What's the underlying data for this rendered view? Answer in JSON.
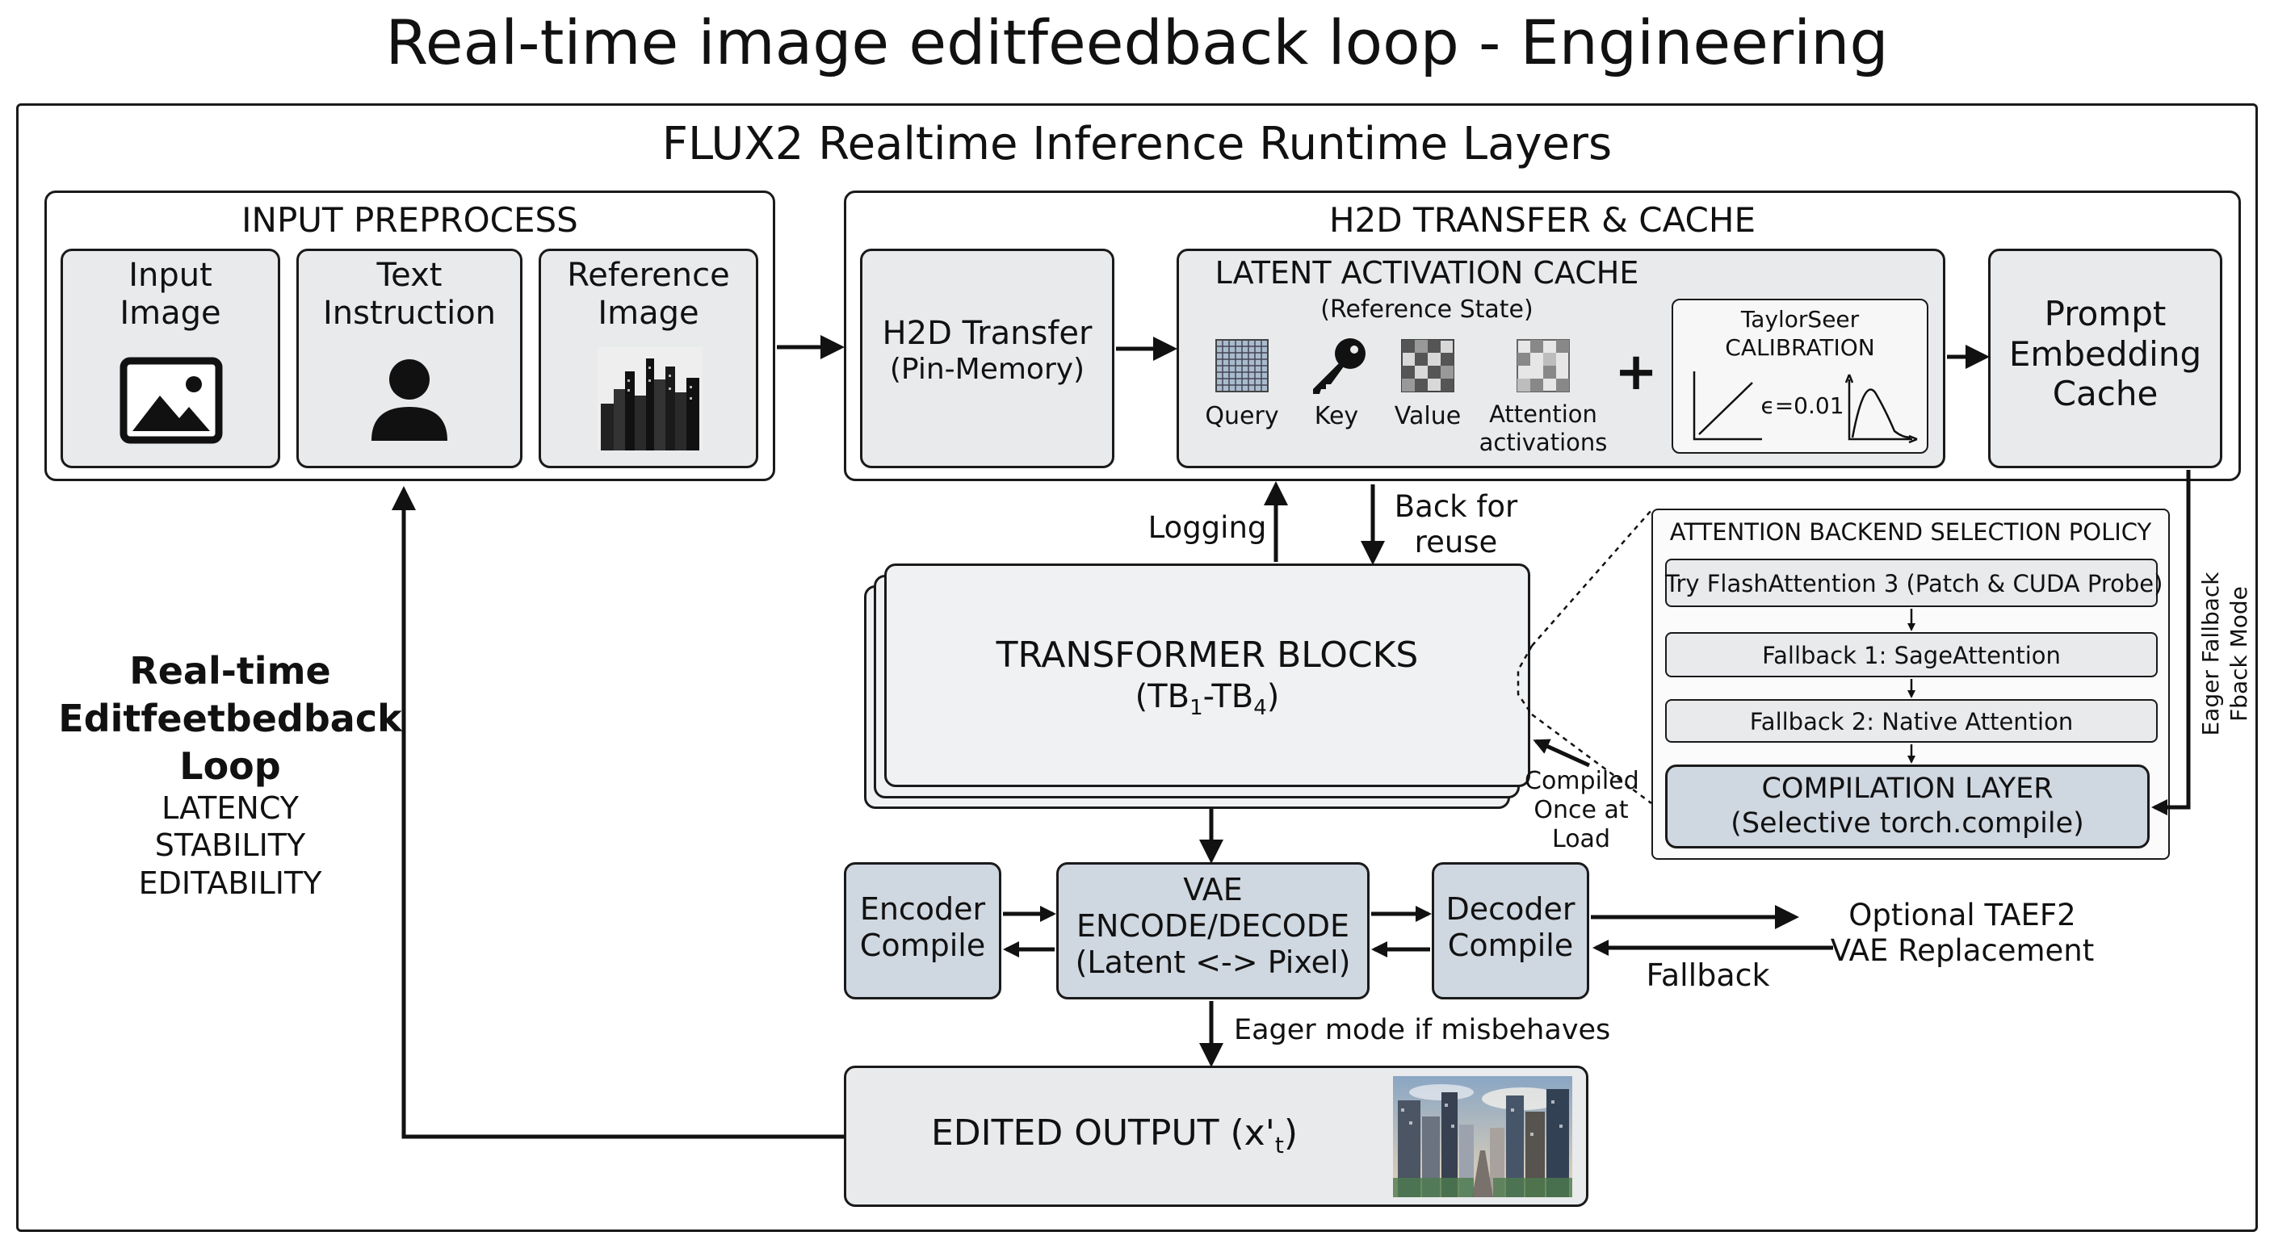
{
  "title": "Real-time image editfeedback loop - Engineering",
  "runtime_title": "FLUX2 Realtime Inference Runtime Layers",
  "input_preprocess": {
    "header": "INPUT PREPROCESS",
    "input_image": [
      "Input",
      "Image"
    ],
    "text_instruction": [
      "Text",
      "Instruction"
    ],
    "reference_image": [
      "Reference",
      "Image"
    ]
  },
  "h2d": {
    "header": "H2D TRANSFER & CACHE",
    "transfer": [
      "H2D Transfer",
      "(Pin-Memory)"
    ],
    "latent_cache_header": "LATENT ACTIVATION CACHE",
    "latent_cache_sub": "(Reference State)",
    "query": "Query",
    "key": "Key",
    "value": "Value",
    "attention": [
      "Attention",
      "activations"
    ],
    "plus": "+",
    "taylor": [
      "TaylorSeer",
      "CALIBRATION"
    ],
    "epsilon": "ϵ=0.01",
    "prompt_cache": [
      "Prompt",
      "Embedding",
      "Cache"
    ]
  },
  "labels": {
    "logging": "Logging",
    "back_for_reuse": [
      "Back for",
      "reuse"
    ],
    "compiled_once": [
      "Compiled",
      "Once at",
      "Load"
    ],
    "eager_fallback": [
      "Eager Fallback",
      "Fback Mode"
    ],
    "eager_mode": "Eager mode if misbehaves",
    "fallback": "Fallback",
    "optional_taef2": [
      "Optional TAEF2",
      "VAE Replacement"
    ]
  },
  "transformer": {
    "title": "TRANSFORMER BLOCKS",
    "sub_prefix": "(TB",
    "sub_1": "1",
    "sub_dash": "-TB",
    "sub_4": "4",
    "sub_close": ")"
  },
  "attention_policy": {
    "header": "ATTENTION BACKEND SELECTION POLICY",
    "try_fa3": "Try FlashAttention 3 (Patch & CUDA Probe)",
    "fallback1": "Fallback 1: SageAttention",
    "fallback2": "Fallback 2: Native Attention",
    "compilation": [
      "COMPILATION LAYER",
      "(Selective torch.compile)"
    ]
  },
  "vae": {
    "encoder": [
      "Encoder",
      "Compile"
    ],
    "main": [
      "VAE",
      "ENCODE/DECODE",
      "(Latent <-> Pixel)"
    ],
    "decoder": [
      "Decoder",
      "Compile"
    ]
  },
  "output": {
    "prefix": "EDITED OUTPUT (x'",
    "sub": "t",
    "suffix": ")"
  },
  "loop": {
    "title": [
      "Real-time",
      "Editfeetbedback",
      "Loop"
    ],
    "items": [
      "LATENCY",
      "STABILITY",
      "EDITABILITY"
    ]
  }
}
